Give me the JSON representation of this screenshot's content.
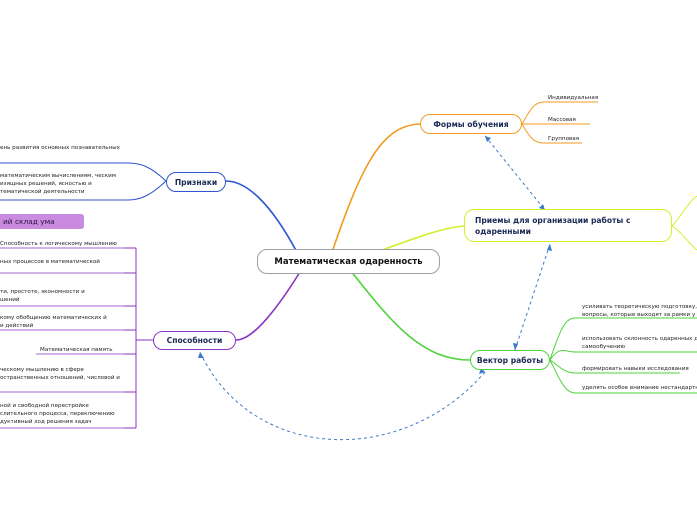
{
  "central": "Математическая одаренность",
  "branches": {
    "formy": {
      "title": "Формы обучения",
      "color": "#f39a1f",
      "items": [
        "Индивидуальная",
        "Массовая",
        "Групповая"
      ]
    },
    "priemy": {
      "title": "Приемы для организации работы с одаренными",
      "color": "#d4ee2e"
    },
    "vektor": {
      "title": "Вектор работы",
      "color": "#4fd23c",
      "items": [
        "усиливать теоретическую подготовку, вопросы, которые выходят за рамки у",
        "использовать склонность одаренных д самообучению",
        "формировать навыки исследования",
        "уделять особое внимание нестандартн"
      ]
    },
    "priznaki": {
      "title": "Признаки",
      "color": "#2f55cf",
      "items": [
        "ень развития основных познавательных",
        "математическим вычислениям, ческим изящных решений, ясностью и тематической деятельности"
      ]
    },
    "sposobnosti": {
      "title": "Способности",
      "color": "#8a33c4",
      "tag": "ий склад ума",
      "tag_color": "#c98be0",
      "items": [
        "Способность к логическому мышлению",
        "ных процессов в математической",
        "ти, простоте, экономности и шений",
        "кому обобщению математических й и действий",
        "Математическая память",
        "ческому мышлению в сфере остранственных отношений, числовой и",
        "ной и свободной перестройке слительного процесса, переключению дуктивный ход решения задач"
      ]
    }
  }
}
